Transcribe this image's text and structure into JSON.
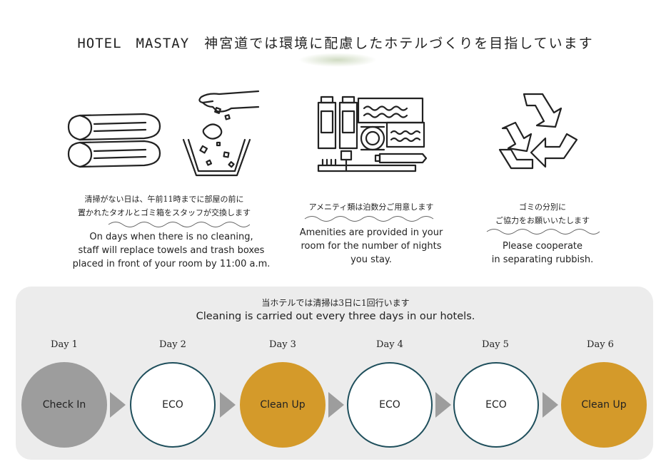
{
  "header": {
    "brand": "HOTEL　MASTAY",
    "title_jp": "神宮道では環境に配慮したホテルづくりを目指しています"
  },
  "sections": [
    {
      "icon": "towels-and-trash-icon",
      "jp_line1": "清掃がない日は、午前11時までに部屋の前に",
      "jp_line2": "置かれたタオルとゴミ箱をスタッフが交換します",
      "en_line1": "On days when there is no cleaning,",
      "en_line2": "staff will replace towels and trash boxes",
      "en_line3": "placed in front of your room by 11:00 a.m."
    },
    {
      "icon": "amenities-icon",
      "jp_line1": "アメニティ類は泊数分ご用意します",
      "en_line1": "Amenities are provided in your",
      "en_line2": "room for the number of nights",
      "en_line3": "you stay."
    },
    {
      "icon": "recycle-icon",
      "jp_line1": "ゴミの分別に",
      "jp_line2": "ご協力をお願いいたします",
      "en_line1": "Please cooperate",
      "en_line2": "in separating rubbish."
    }
  ],
  "schedule": {
    "jp": "当ホテルでは清掃は3日に1回行います",
    "en": "Cleaning is carried out every three days in our hotels.",
    "days": [
      {
        "label": "Day 1",
        "status": "Check In"
      },
      {
        "label": "Day 2",
        "status": "ECO"
      },
      {
        "label": "Day 3",
        "status": "Clean Up"
      },
      {
        "label": "Day 4",
        "status": "ECO"
      },
      {
        "label": "Day 5",
        "status": "ECO"
      },
      {
        "label": "Day 6",
        "status": "Clean Up"
      }
    ]
  },
  "colors": {
    "check_in": "#9d9d9d",
    "eco_border": "#1f4f5c",
    "clean_up": "#d49a2a",
    "panel": "#ececec"
  }
}
